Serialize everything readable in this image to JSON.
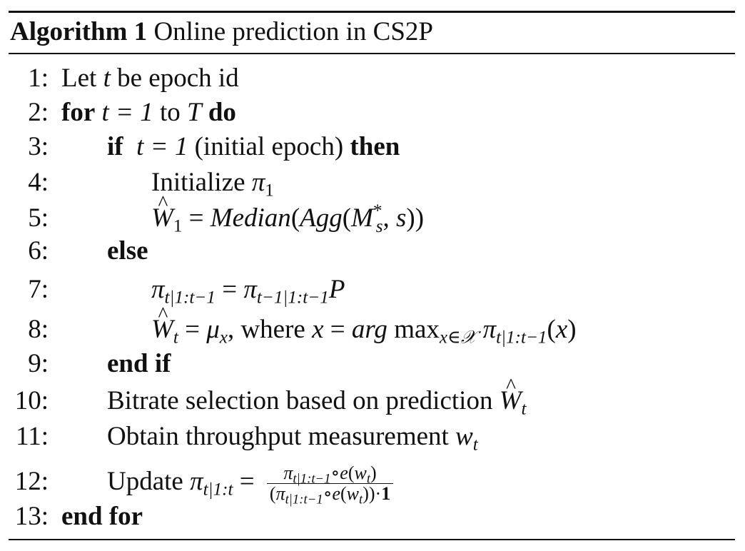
{
  "caption": {
    "label": "Algorithm 1",
    "title": "Online prediction in CS2P"
  },
  "lines": {
    "l1": {
      "num": "1:",
      "t1": "Let ",
      "v": "t",
      "t2": " be epoch id"
    },
    "l2": {
      "num": "2:",
      "kw1": "for",
      "expr": "t = 1",
      "t1": "to",
      "v": "T",
      "kw2": "do"
    },
    "l3": {
      "num": "3:",
      "kw1": "if",
      "expr": "t = 1",
      "t1": "(initial epoch)",
      "kw2": "then"
    },
    "l4": {
      "num": "4:",
      "t1": "Initialize ",
      "v": "π",
      "s": "1"
    },
    "l5": {
      "num": "5:",
      "v": "W",
      "s": "1",
      "eq": "=",
      "f1": "Median",
      "f2": "Agg",
      "v2": "M",
      "sup": "*",
      "s2": "s",
      "v3": "s"
    },
    "l6": {
      "num": "6:",
      "kw1": "else"
    },
    "l7": {
      "num": "7:",
      "v": "π",
      "s": "t|1:t−1",
      "eq": "=",
      "v2": "π",
      "s2": "t−1|1:t−1",
      "v3": "P"
    },
    "l8": {
      "num": "8:",
      "v": "W",
      "s": "t",
      "eq": "=",
      "v2": "μ",
      "s2": "x",
      "t1": ", where ",
      "v3": "x",
      "eq2": "=",
      "f1": "arg",
      "f2": "max",
      "s3": "x∈𝒳",
      "v4": "π",
      "s4": "t|1:t−1",
      "v5": "x"
    },
    "l9": {
      "num": "9:",
      "kw1": "end if"
    },
    "l10": {
      "num": "10:",
      "t1": "Bitrate selection based on prediction ",
      "v": "W",
      "s": "t"
    },
    "l11": {
      "num": "11:",
      "t1": "Obtain throughput measurement ",
      "v": "w",
      "s": "t"
    },
    "l12": {
      "num": "12:",
      "t1": "Update ",
      "v": "π",
      "s": "t|1:t",
      "eq": "=",
      "numer": {
        "v": "π",
        "s": "t|1:t−1",
        "op": "∘",
        "f": "e",
        "w": "w",
        "ws": "t"
      },
      "denom": {
        "v": "π",
        "s": "t|1:t−1",
        "op": "∘",
        "f": "e",
        "w": "w",
        "ws": "t",
        "dot": "·",
        "one": "1"
      }
    },
    "l13": {
      "num": "13:",
      "kw1": "end for"
    }
  }
}
